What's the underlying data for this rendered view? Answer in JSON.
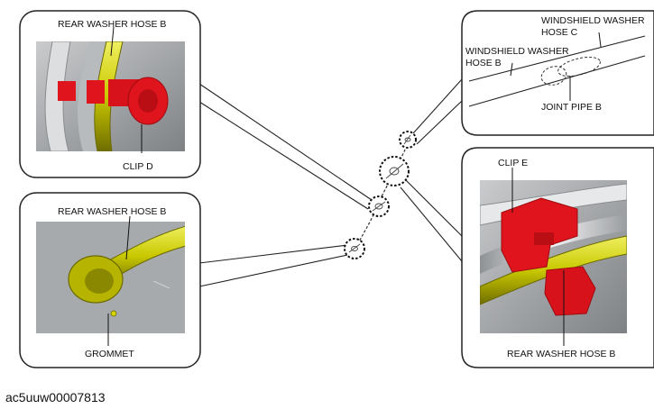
{
  "figure_id": "ac5uuw00007813",
  "panel_top_left": {
    "label_hose": "REAR WASHER HOSE B",
    "label_clip": "CLIP D"
  },
  "panel_bottom_left": {
    "label_hose": "REAR WASHER HOSE B",
    "label_grommet": "GROMMET"
  },
  "panel_top_right": {
    "label_hose_c_1": "WINDSHIELD WASHER",
    "label_hose_c_2": "HOSE C",
    "label_hose_b_1": "WINDSHIELD WASHER",
    "label_hose_b_2": "HOSE B",
    "label_joint": "JOINT PIPE B"
  },
  "panel_bottom_right": {
    "label_clip": "CLIP E",
    "label_hose": "REAR WASHER HOSE B"
  },
  "colors": {
    "hose_yellow": "#c9c800",
    "clip_red": "#e0141c",
    "photo_gray": "#9c9fa2",
    "frame": "#222222"
  }
}
